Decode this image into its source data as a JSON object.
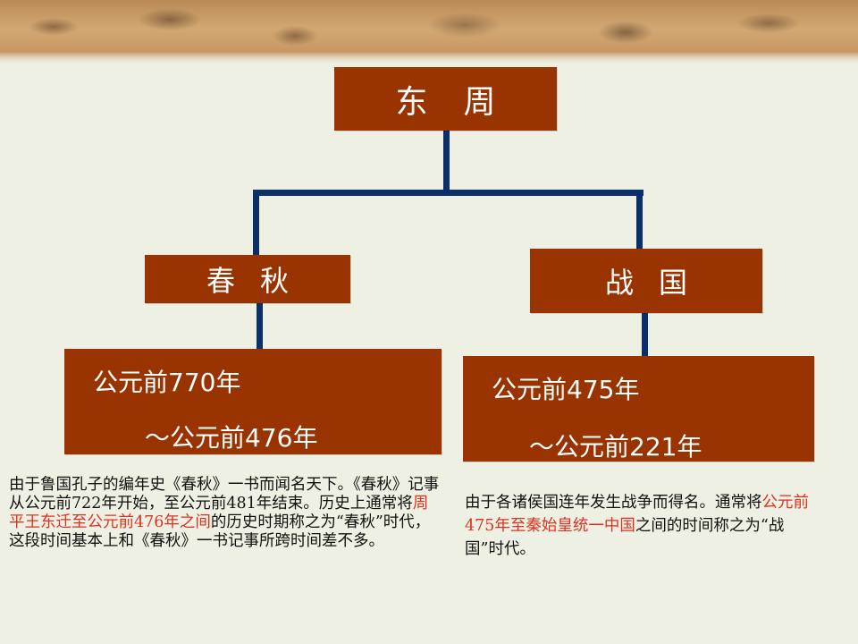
{
  "diagram": {
    "root": {
      "label": "东周"
    },
    "left": {
      "label": "春秋",
      "dates": {
        "start": "公元前770年",
        "end": "～公元前476年"
      },
      "description": {
        "part1": "由于鲁国孔子的编年史《春秋》一书而闻名天下。《春秋》记事从公元前722年开始，至公元前481年结束。历史上通常将",
        "highlight": "周平王东迁至公元前476年之间",
        "part2": "的历史时期称之为“春秋”时代，这段时间基本上和《春秋》一书记事所跨时间差不多。"
      }
    },
    "right": {
      "label": "战国",
      "dates": {
        "start": "公元前475年",
        "end": "～公元前221年"
      },
      "description": {
        "part1": "由于各诸侯国连年发生战争而得名。通常将",
        "highlight": "公元前475年至秦始皇统一中国",
        "part2": "之间的时间称之为“战国”时代。"
      }
    },
    "colors": {
      "box": "#993300",
      "connector": "#0b2f6b",
      "highlight": "#e0301e",
      "background": "#eef0e3"
    }
  }
}
